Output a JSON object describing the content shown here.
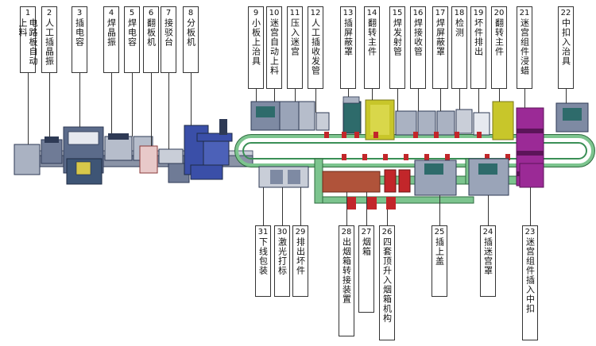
{
  "labels_top": [
    {
      "num": "1",
      "text": "电路板自动上料"
    },
    {
      "num": "2",
      "text": "人工插晶振"
    },
    {
      "num": "3",
      "text": "插电容"
    },
    {
      "num": "4",
      "text": "焊晶振"
    },
    {
      "num": "5",
      "text": "焊电容"
    },
    {
      "num": "6",
      "text": "翻板机"
    },
    {
      "num": "7",
      "text": "接驳台"
    },
    {
      "num": "8",
      "text": "分板机"
    },
    {
      "num": "9",
      "text": "小板上治具"
    },
    {
      "num": "10",
      "text": "迷宫自动上料"
    },
    {
      "num": "11",
      "text": "压入迷宫"
    },
    {
      "num": "12",
      "text": "人工插收发管"
    },
    {
      "num": "13",
      "text": "插屏蔽罩"
    },
    {
      "num": "14",
      "text": "翻转主件"
    },
    {
      "num": "15",
      "text": "焊发射管"
    },
    {
      "num": "16",
      "text": "焊接收管"
    },
    {
      "num": "17",
      "text": "焊屏蔽罩"
    },
    {
      "num": "18",
      "text": "检测"
    },
    {
      "num": "19",
      "text": "坏件排出"
    },
    {
      "num": "20",
      "text": "翻转主件"
    },
    {
      "num": "21",
      "text": "迷宫组件浸蜡"
    },
    {
      "num": "22",
      "text": "中扣入治具"
    }
  ],
  "labels_bottom": [
    {
      "num": "31",
      "text": "下线包装"
    },
    {
      "num": "30",
      "text": "激光打标"
    },
    {
      "num": "29",
      "text": "排出坏件"
    },
    {
      "num": "28",
      "text": "出烟箱转接装置"
    },
    {
      "num": "27",
      "text": "烟箱"
    },
    {
      "num": "26",
      "text": "四套顶升入烟箱机构"
    },
    {
      "num": "25",
      "text": "插上盖"
    },
    {
      "num": "24",
      "text": "插迷宫罩"
    },
    {
      "num": "23",
      "text": "迷宫组件插入中扣"
    }
  ],
  "colors": {
    "frame": "#5b6b8a",
    "frame_dark": "#2e3a55",
    "track": "#3a8f56",
    "track_light": "#7cc48e",
    "oven": "#c8c62a",
    "purple": "#9b2a96",
    "purple_dark": "#5c1459",
    "red": "#c2262a",
    "brick": "#b0533a",
    "teal": "#2e6b6b",
    "gray": "#a7adb7",
    "box_blue": "#1f3a72"
  }
}
